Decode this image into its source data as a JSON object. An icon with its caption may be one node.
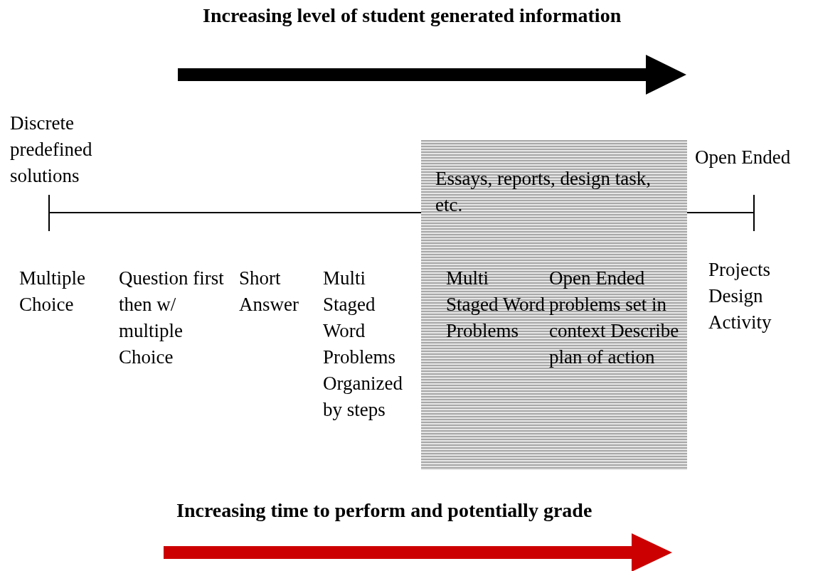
{
  "diagram": {
    "title": "Increasing level of student generated information",
    "nodes": [
      {
        "text": [
          "Essays, reports, design task, etc.",
          "Multi Staged Word Problems",
          "Open Ended problems set in context Describe plan of action"
        ]
      }
    ],
    "labels": [
      "Discrete predefined solutions",
      "Open Ended",
      "Multiple Choice",
      "Question first then w/ multiple Choice",
      "Short Answer",
      "Multi Staged Word Problems Organized by steps",
      "Projects Design Activity",
      "Increasing time to perform and potentially grade"
    ]
  }
}
